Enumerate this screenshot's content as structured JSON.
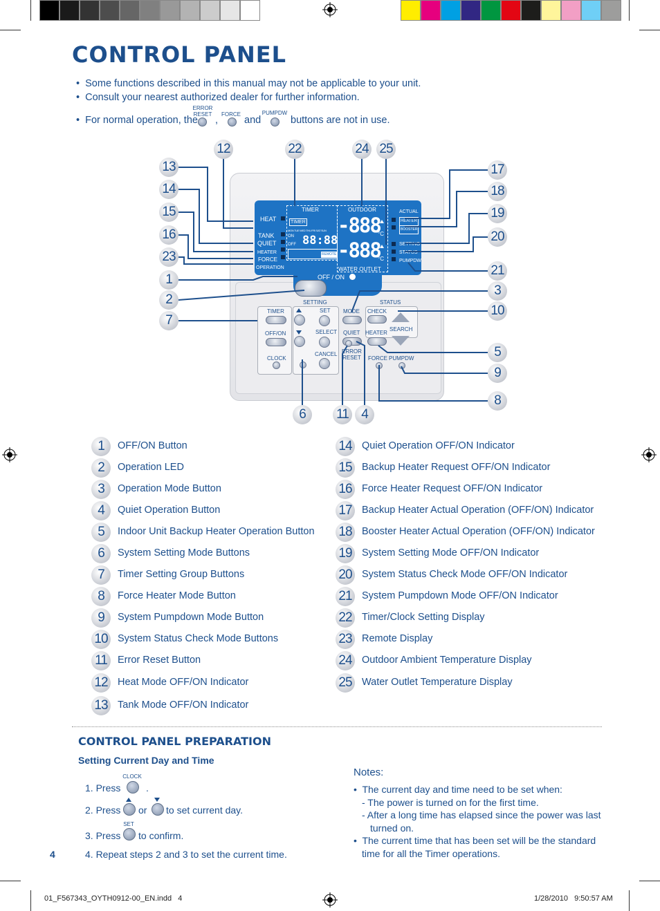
{
  "title": "CONTROL PANEL",
  "bullets": [
    "Some functions described in this manual may not be applicable to your unit.",
    "Consult your nearest authorized dealer for further information."
  ],
  "normal_op": {
    "prefix": "For normal operation, the",
    "comma": ",",
    "and": "and",
    "suffix": "buttons are not in use.",
    "btn1": "ERROR\nRESET",
    "btn2": "FORCE",
    "btn3": "PUMPDW"
  },
  "device": {
    "lcd": {
      "timer": "TIMER",
      "outdoor": "OUTDOOR",
      "actual": "ACTUAL",
      "heater": "HEATER",
      "booster": "BOOSTER",
      "heat": "HEAT",
      "tank": "TANK",
      "quiet": "QUIET",
      "heater_l": "HEATER",
      "force": "FORCE",
      "operation": "OPERATION",
      "timer_tag": "TIMER",
      "days": "MON TUE WED THU FRI SAT SUN",
      "on": "ON",
      "off": "OFF",
      "time": "88:88",
      "remote": "REMOTE",
      "temp1": "-888",
      "temp2": "-888",
      "unit": "°C",
      "setting": "SETTING",
      "status": "STATUS",
      "pumpdw": "PUMPDW",
      "water_outlet": "WATER OUTLET",
      "off_on": "OFF / ON"
    },
    "keys": {
      "setting": "SETTING",
      "status": "STATUS",
      "timer": "TIMER",
      "off_on": "OFF/ON",
      "clock": "CLOCK",
      "set": "SET",
      "select": "SELECT",
      "cancel": "CANCEL",
      "mode": "MODE",
      "check": "CHECK",
      "search": "SEARCH",
      "quiet": "QUIET",
      "heater": "HEATER",
      "error_reset": "ERROR\nRESET",
      "force": "FORCE",
      "pumpdw": "PUMPDW"
    },
    "callouts": {
      "n12": "12",
      "n22": "22",
      "n24": "24",
      "n25": "25",
      "n13": "13",
      "n14": "14",
      "n15": "15",
      "n16": "16",
      "n23": "23",
      "n1": "1",
      "n2": "2",
      "n7": "7",
      "n17": "17",
      "n18": "18",
      "n19": "19",
      "n20": "20",
      "n21": "21",
      "n3": "3",
      "n10": "10",
      "n5": "5",
      "n9": "9",
      "n8": "8",
      "n6": "6",
      "n11": "11",
      "n4": "4"
    }
  },
  "legend_left": [
    {
      "num": "1",
      "label": "OFF/ON Button"
    },
    {
      "num": "2",
      "label": "Operation LED"
    },
    {
      "num": "3",
      "label": "Operation Mode Button"
    },
    {
      "num": "4",
      "label": "Quiet Operation Button"
    },
    {
      "num": "5",
      "label": "Indoor Unit Backup Heater Operation Button"
    },
    {
      "num": "6",
      "label": "System Setting Mode Buttons"
    },
    {
      "num": "7",
      "label": "Timer Setting Group Buttons"
    },
    {
      "num": "8",
      "label": "Force Heater Mode Button"
    },
    {
      "num": "9",
      "label": "System Pumpdown Mode Button"
    },
    {
      "num": "10",
      "label": "System Status Check Mode Buttons"
    },
    {
      "num": "11",
      "label": "Error Reset Button"
    },
    {
      "num": "12",
      "label": "Heat Mode OFF/ON Indicator"
    },
    {
      "num": "13",
      "label": "Tank Mode OFF/ON Indicator"
    }
  ],
  "legend_right": [
    {
      "num": "14",
      "label": "Quiet Operation OFF/ON Indicator"
    },
    {
      "num": "15",
      "label": "Backup Heater Request OFF/ON Indicator"
    },
    {
      "num": "16",
      "label": "Force Heater Request OFF/ON Indicator"
    },
    {
      "num": "17",
      "label": "Backup Heater Actual Operation (OFF/ON) Indicator"
    },
    {
      "num": "18",
      "label": "Booster Heater Actual Operation (OFF/ON) Indicator"
    },
    {
      "num": "19",
      "label": "System Setting Mode OFF/ON Indicator"
    },
    {
      "num": "20",
      "label": "System Status Check Mode OFF/ON Indicator"
    },
    {
      "num": "21",
      "label": "System Pumpdown Mode OFF/ON Indicator"
    },
    {
      "num": "22",
      "label": "Timer/Clock Setting Display"
    },
    {
      "num": "23",
      "label": "Remote Display"
    },
    {
      "num": "24",
      "label": "Outdoor Ambient Temperature Display"
    },
    {
      "num": "25",
      "label": "Water Outlet Temperature Display"
    }
  ],
  "prep": {
    "heading": "CONTROL PANEL PREPARATION",
    "subheading": "Setting Current Day and Time",
    "step1": "1. Press",
    "step1_btn": "CLOCK",
    "step1_end": ".",
    "step2a": "2. Press",
    "step2_or": "or",
    "step2b": "to set current day.",
    "step3": "3. Press",
    "step3_btn": "SET",
    "step3b": "to confirm.",
    "step4": "4. Repeat steps 2 and 3 to set the current time."
  },
  "notes": {
    "heading": "Notes:",
    "n1": "The current day and time need to be set when:",
    "n1a": "-  The power is turned on for the first time.",
    "n1b": "-  After a long time has elapsed since the power was last",
    "n1b2": "turned on.",
    "n2": "The current time that has been set will be the standard",
    "n2b": "time for all the Timer operations."
  },
  "page_number": "4",
  "footer_left": "01_F567343_OYTH0912-00_EN.indd   4",
  "footer_right": "1/28/2010   9:50:57 AM",
  "colors": {
    "blue_text": "#1d4f8c",
    "lcd_blue": "#1e73c4",
    "gray_swatches": [
      "#000000",
      "#1a1a1a",
      "#333333",
      "#4d4d4d",
      "#666666",
      "#808080",
      "#999999",
      "#b3b3b3",
      "#cccccc",
      "#e6e6e6",
      "#ffffff"
    ],
    "color_swatches": [
      "#ffed00",
      "#e6007e",
      "#00a0e3",
      "#312783",
      "#009640",
      "#e30613",
      "#1d1d1b",
      "#fff59b",
      "#f29fc5",
      "#6fcff6",
      "#9d9d9c"
    ]
  }
}
